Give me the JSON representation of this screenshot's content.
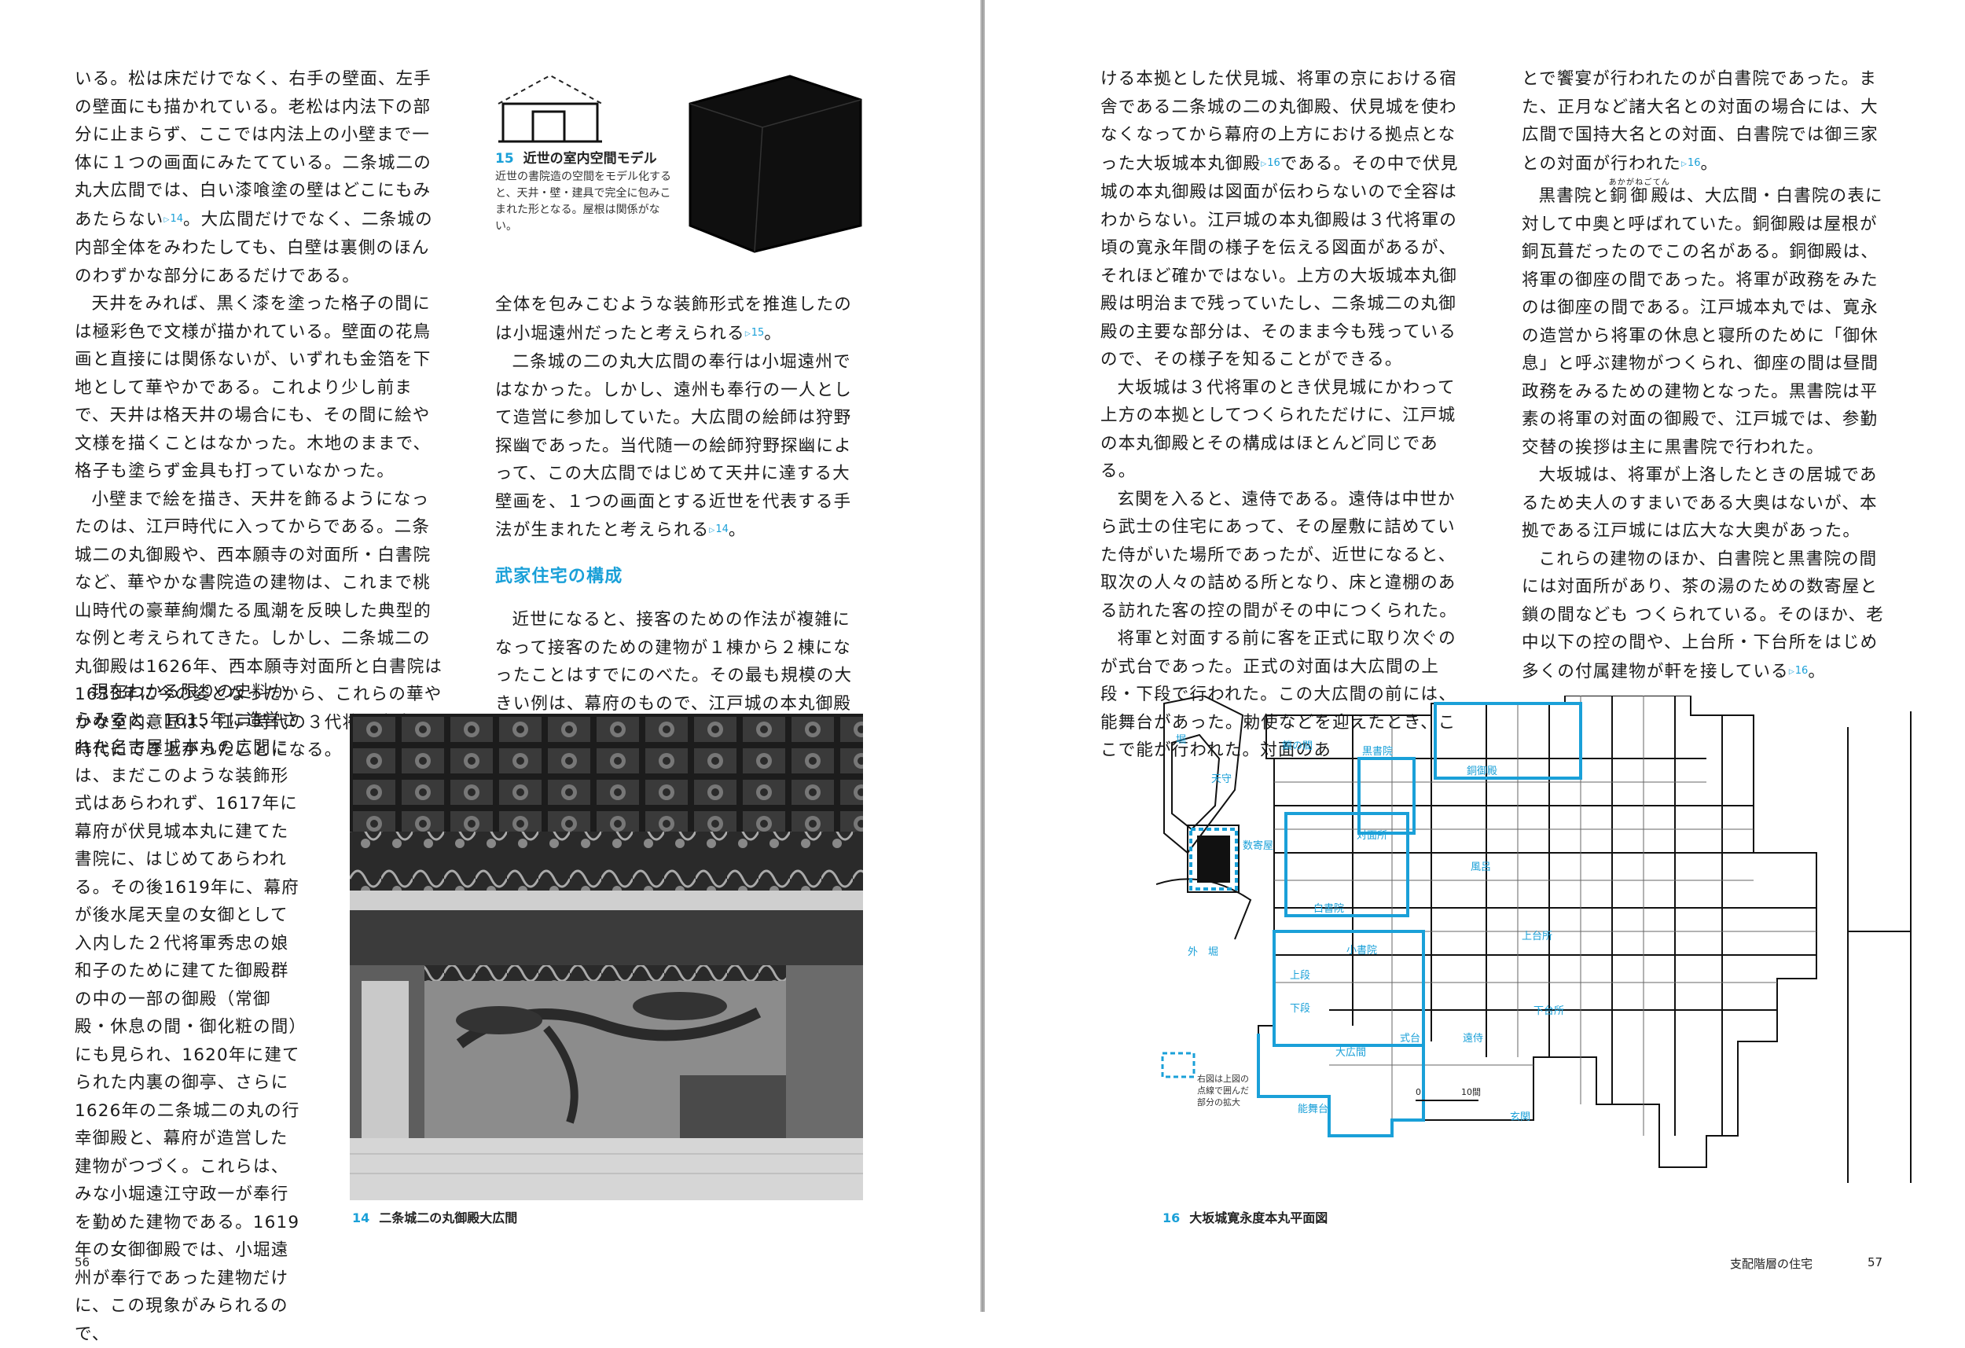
{
  "left_page": {
    "top_paragraphs": [
      "いる。松は床だけでなく、右手の壁面、左手の壁面にも描かれている。老松は内法下の部分に止まらず、ここでは内法上の小壁まで一体に１つの画面にみたてている。二条城二の丸大広間では、白い漆喰塗の壁はどこにもみあたらない",
      "。大広間だけでなく、二条城の内部全体をみわたしても、白壁は裏側のほんのわずかな部分にあるだけである。",
      "天井をみれば、黒く漆を塗った格子の間には極彩色で文様が描かれている。壁面の花鳥画と直接には関係ないが、いずれも金箔を下地として華やかである。これより少し前まで、天井は格天井の場合にも、その間に絵や文様を描くことはなかった。木地のままで、格子も塗らず金具も打っていなかった。",
      "小壁まで絵を描き、天井を飾るようになったのは、江戸時代に入ってからである。二条城二の丸御殿や、西本願寺の対面所・白書院など、華やかな書院造の建物は、これまで桃山時代の豪華絢爛たる風潮を反映した典型的な例と考えられてきた。しかし、二条城二の丸御殿は1626年、西本願寺対面所と白書院は1633年に今の姿となったから、これらの華やかな室内意匠は、江戸時代の３代将軍家光の時代にでき上がったことになる。"
    ],
    "narrow_paragraph_a": "現在わかる限りの史料からみると、1615年に造営された名古屋城本丸の広間には、まだこのような装飾形式はあらわれず、1617年に幕府が伏見城本丸に建てた書院に、はじめてあらわれる。その後1619年に、幕府が後水尾天皇の女御として入内した２代将軍秀忠の娘和子のために建てた御殿群の中の一部の御殿（常御殿・休息の間・御化粧の間）にも見られ、1620年に建てられた内裏の",
    "narrow_paragraph_b": "御亭",
    "narrow_paragraph_c": "、さらに1626年の二条城二の丸の行幸御殿と、幕府が造営した建物がつづく。これらは、みな小堀遠江守政一が奉行を勤めた建物である。1619年の女御御殿では、小堀遠州が奉行であった建物だけに、この現象がみられるので、",
    "right_col_paragraphs": [
      "全体を包みこむような装飾形式を推進したのは小堀遠州だったと考えられる",
      "。",
      "二条城の二の丸大広間の奉行は小堀遠州ではなかった。しかし、遠州も奉行の一人として造営に参加していた。大広間の絵師は狩野探幽であった。当代随一の絵師狩野探幽によって、この大広間ではじめて天井に達する大壁画を、１つの画面とする近世を代表する手法が生まれたと考えられる",
      "。"
    ],
    "heading": "武家住宅の構成",
    "heading_paragraph": "近世になると、接客のための作法が複雑になって接客のための建物が１棟から２棟になったことはすでにのべた。その最も規模の大きい例は、幕府のもので、江戸城の本丸御殿のほかに、家康が上方にお",
    "refs": {
      "r14": "14",
      "r15": "15"
    },
    "fig15": {
      "num": "15",
      "title": "近世の室内空間モデル",
      "caption": "近世の書院造の空間をモデル化すると、天井・壁・建具で完全に包みこまれた形となる。屋根は関係がない。"
    },
    "fig14": {
      "num": "14",
      "title": "二条城二の丸御殿大広間"
    },
    "folio": "56"
  },
  "right_page": {
    "col1_paragraphs": [
      "ける本拠とした伏見城、将軍の京における宿舎である二条城の二の丸御殿、伏見城を使わなくなってから幕府の上方における拠点となった大坂城本丸御殿",
      "である。その中で伏見城の本丸御殿は図面が伝わらないので全容はわからない。江戸城の本丸御殿は３代将軍の頃の寛永年間の様子を伝える図面があるが、それほど確かではない。上方の大坂城本丸御殿は明治まで残っていたし、二条城二の丸御殿の主要な部分は、そのまま今も残っているので、その様子を知ることができる。",
      "大坂城は３代将軍のとき伏見城にかわって上方の本拠としてつくられただけに、江戸城の本丸御殿とその構成はほとんど同じである。",
      "玄関を入ると、遠侍である。遠侍は中世から武士の住宅にあって、その屋敷に詰めていた侍がいた場所であったが、近世になると、取次の人々の詰める所となり、床と違棚のある訪れた客の控の間がその中につくられた。",
      "将軍と対面する前に客を正式に取り次ぐのが式台であった。正式の対面は大広間の上段・下段で行われた。この大広間の前には、能舞台があった。勅使などを迎えたとき、ここで能が行われた。対面のあ"
    ],
    "col2_paragraphs": [
      "とで饗宴が行われたのが白書院であった。また、正月など諸大名との対面の場合には、大広間で国持大名との対面、白書院では御三家との対面が行われた",
      "。",
      "黒書院と",
      "銅御殿",
      "は、大広間・白書院の表に対して中奥と呼ばれていた。銅御殿は屋根が銅瓦葺だったのでこの名がある。銅御殿は、将軍の御座の間であった。将軍が政務をみたのは御座の間である。江戸城本丸では、寛永の造営から将軍の休息と寝所のために「御休息」と呼ぶ建物がつくられ、御座の間は昼間政務をみるための建物となった。黒書院は平素の将軍の対面の御殿で、江戸城では、参勤交替の挨拶は主に黒書院で行われた。",
      "大坂城は、将軍が上洛したときの居城であるため夫人のすまいである大奥はないが、本拠である江戸城には広大な大奥があった。",
      "これらの建物のほか、白書院と黒書院の間には対面所があり、茶の湯のための数寄屋と鎖の間なども つくられている。そのほか、老中以下の控の間や、上台所・下台所をはじめ多くの付属建物が軒を接している",
      "。"
    ],
    "ruby_akagane": "あかがねごてん",
    "refs": {
      "r16": "16"
    },
    "fig16": {
      "num": "16",
      "title": "大坂城寛永度本丸平面図",
      "labels": {
        "hori": "堀",
        "tenshu": "天守",
        "sukiya": "数寄屋",
        "soto_bori": "外　堀",
        "kusari": "鎖の間",
        "kuroshoin": "黒書院",
        "akagane": "銅御殿",
        "taimen": "対面所",
        "furo": "風呂",
        "shiroshoin": "白書院",
        "kamidaidokoro": "上台所",
        "koshoin": "小書院",
        "jodan": "上段",
        "gedan": "下段",
        "hiroma": "大広間",
        "shikidai": "式台",
        "toosamurai": "遠侍",
        "shimodaidokoro": "下台所",
        "nobutai": "能舞台",
        "genkan": "玄関",
        "scale_zero": "0",
        "scale_ten": "10間",
        "legend": "右図は上図の点線で囲んだ部分の拡大"
      }
    },
    "running_head": "支配階層の住宅",
    "folio": "57"
  },
  "colors": {
    "accent": "#1aa0d8",
    "text": "#1a1a1a",
    "photo_dark": "#151515"
  }
}
